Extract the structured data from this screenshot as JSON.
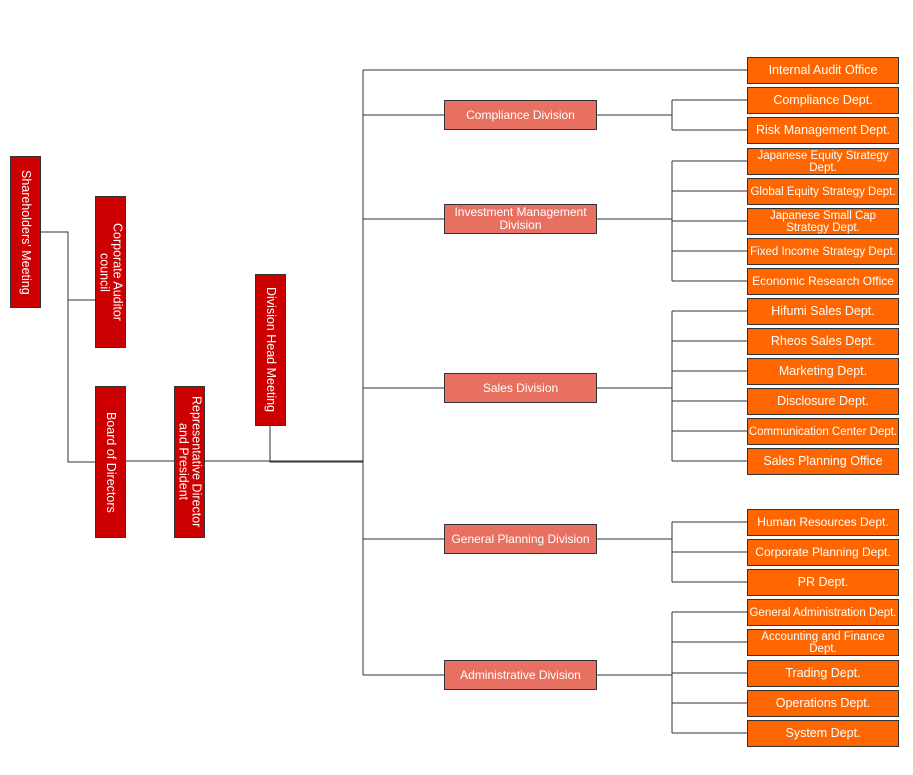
{
  "top_level": {
    "shareholders": "Shareholders' Meeting",
    "auditor": "Corporate Auditor\ncouncil",
    "board": "Board of Directors",
    "president": "Representative Director\nand President",
    "division_head": "Division Head Meeting"
  },
  "internal_audit": "Internal Audit Office",
  "divisions": [
    {
      "name": "Compliance Division",
      "depts": [
        "Compliance Dept.",
        "Risk Management Dept."
      ]
    },
    {
      "name": "Investment Management Division",
      "depts": [
        "Japanese Equity Strategy Dept.",
        "Global Equity Strategy Dept.",
        "Japanese Small Cap Strategy Dept.",
        "Fixed Income Strategy Dept.",
        "Economic Research Office"
      ]
    },
    {
      "name": "Sales Division",
      "depts": [
        "Hifumi Sales Dept.",
        "Rheos Sales Dept.",
        "Marketing Dept.",
        "Disclosure Dept.",
        "Communication Center Dept.",
        "Sales Planning Office"
      ]
    },
    {
      "name": "General Planning Division",
      "depts": [
        "Human Resources Dept.",
        "Corporate Planning Dept.",
        "PR Dept."
      ]
    },
    {
      "name": "Administrative Division",
      "depts": [
        "General Administration Dept.",
        "Accounting and Finance Dept.",
        "Trading Dept.",
        "Operations Dept.",
        "System Dept."
      ]
    }
  ],
  "colors": {
    "top": "#cc0000",
    "division": "#e87060",
    "dept": "#ff6600"
  }
}
